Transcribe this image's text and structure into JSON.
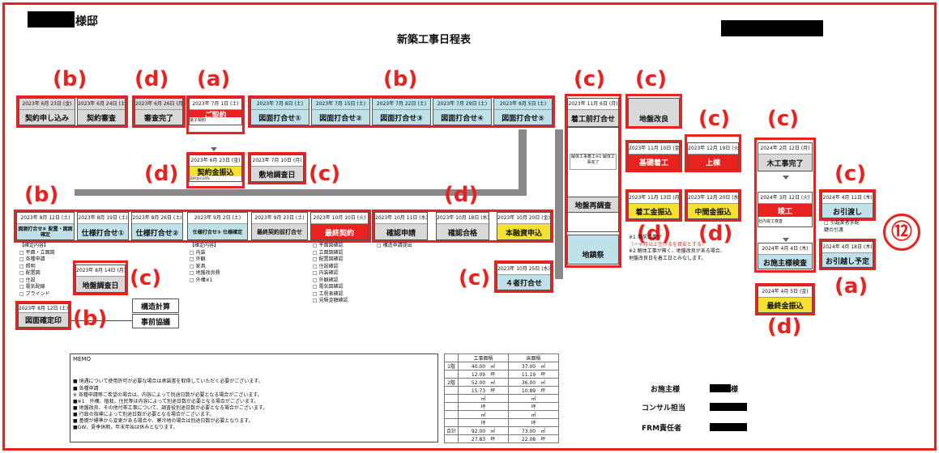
{
  "header": {
    "client": "様邸",
    "title": "新築工事日程表"
  },
  "tasks": {
    "t1": {
      "date": "2023年 6月 23日 (金)",
      "label": "契約申し込み"
    },
    "t2": {
      "date": "2023年 6月 24日 (土)",
      "label": "契約審査"
    },
    "t3": {
      "date": "2023年 6月 26日 (月)",
      "label": "審査完了"
    },
    "t4": {
      "date": "2023年 7月 1日 (土)",
      "label": "ご契約",
      "sub": "電子契約"
    },
    "t5": {
      "date": "2023年 7月 8日 (土)",
      "label": "図面打合せ①"
    },
    "t6": {
      "date": "2023年 7月 15日 (土)",
      "label": "図面打合せ②"
    },
    "t7": {
      "date": "2023年 7月 22日 (土)",
      "label": "図面打合せ③"
    },
    "t8": {
      "date": "2023年 7月 29日 (土)",
      "label": "図面打合せ④"
    },
    "t9": {
      "date": "2023年 8月 5日 (土)",
      "label": "図面打合せ⑤"
    },
    "t10": {
      "date": "2023年 6月 23日 (金)",
      "label": "契約金振込",
      "sub": "契約金の10%"
    },
    "t11": {
      "date": "2023年 7月 10日 (月)",
      "label": "敷地調査日"
    },
    "t12": {
      "date": "2023年 8月 12日 (土)",
      "label": "図面打合せ⑥ 配置・図面確定"
    },
    "t13": {
      "date": "2023年 8月 19日 (土)",
      "label": "仕様打合せ①"
    },
    "t14": {
      "date": "2023年 8月 26日 (土)",
      "label": "仕様打合せ②"
    },
    "t15": {
      "date": "2023年 9月 2日 (土)",
      "label": "仕様打合せ③ 仕様確定"
    },
    "t16": {
      "date": "2023年 9月 23日 (土)",
      "label": "最終契約前打合せ"
    },
    "t17": {
      "date": "2023年 10月 10日 (火)",
      "label": "最終契約"
    },
    "t18": {
      "date": "2023年 10月 11日 (水)",
      "label": "確認申請"
    },
    "t19": {
      "date": "2023年 10月 18日 (水)",
      "label": "確認合格"
    },
    "t20": {
      "date": "2023年 10月 20日 (金)",
      "label": "本融資申込"
    },
    "t21": {
      "date": "2023年 8月 14日 (月)",
      "label": "地盤調査日"
    },
    "t22": {
      "date": "2023年 8月 12日 (土)",
      "label": "図面確定印"
    },
    "t23": {
      "date": "2023年 10月 25日 (水)",
      "label": "４者打合せ"
    },
    "t24": {
      "date": "2023年 11月 6日 (月)",
      "label": "着工前打合せ"
    },
    "t25": {
      "label": "地盤改良"
    },
    "t26": {
      "date": "2023年 11月 10日 (金)",
      "label": "基礎着工"
    },
    "t27": {
      "date": "2023年 12月 19日 (火)",
      "label": "上棟"
    },
    "t28": {
      "date": "2024年 2月 12日 (月)",
      "label": "木工事完了"
    },
    "t29": {
      "date": "2023年 11月 13日 (月)",
      "label": "着工金振込"
    },
    "t30": {
      "date": "2023年 12月 20日 (水)",
      "label": "中間金振込"
    },
    "t31": {
      "date": "2024年 3月 12日 (火)",
      "label": "竣工",
      "sub": "社内竣工検査"
    },
    "t32": {
      "date": "2024年 4月 4日 (木)",
      "label": "お施主様検査"
    },
    "t33": {
      "date": "2024年 4月 11日 (木)",
      "label": "お引渡し"
    },
    "t34": {
      "date": "2024年 4月 18日 (木)",
      "label": "お引越し予定"
    },
    "t35": {
      "date": "2024年 4月 5日 (金)",
      "label": "最終金振込"
    },
    "t36": {
      "label": "地盤再調査"
    },
    "t37": {
      "label": "地鎮祭"
    },
    "t38": {
      "label": "構造計算"
    },
    "t39": {
      "label": "事前協議"
    },
    "t40": {
      "label": "解体工事着工※1 解体工事完了"
    }
  },
  "tags": {
    "b1": "(b)",
    "d1": "(d)",
    "a1": "(a)",
    "b2": "(b)",
    "c1": "(c)",
    "c2": "(c)",
    "c3": "(c)",
    "c4": "(c)",
    "d2": "(d)",
    "c5": "(c)",
    "b3": "(b)",
    "d3": "(d)",
    "c6": "(c)",
    "c7": "(c)",
    "b4": "(b)",
    "d4": "(d)",
    "d5": "(d)",
    "a2": "(a)",
    "d6": "(d)",
    "c8": "(c)"
  },
  "circled_number": "⑫",
  "notes": {
    "n1": [
      "【確定内容】",
      "□ 平面・立面図",
      "□ 各種申請",
      "□ 照明",
      "□ 配置図",
      "□ 住設",
      "□ 電気配線",
      "□ ブラインド"
    ],
    "n2": [
      "【確定内容】",
      "□ 内装",
      "□ 外観",
      "□ 家具",
      "□ 地盤改良費",
      "□ 外構※1"
    ],
    "n3": [
      "□ 平面図確認",
      "□ 立面図確認",
      "□ 配置図確認",
      "□ 住設確認",
      "□ 内装確認",
      "□ 外観確認",
      "□ 電気図確認",
      "□ 工程表確認",
      "□ 見積金額確認"
    ],
    "n4": "□ 構造申請提出",
    "n5": [
      "※1 事前工事が",
      "（一ヶ月以上空けるを目安とする）",
      "※2 解体工事が無く、地盤改良がある場合、",
      "地盤改良日を着工日とみなします。"
    ],
    "n6": [
      "□ 引越業者手配",
      "鍵の引渡"
    ]
  },
  "memo": {
    "title": "MEMO",
    "lines": [
      "■ 境遇について使用許可が必要な場合は承諾書を取得していただく必要がございます。",
      "■ 各種申請",
      "※ 各種申請等ご希望の場合は、内容によって別途日数が必要となる場合がございます。",
      "■※1　外構、植栽、住民等は内容によって別途日数が必要となる場合がございます。",
      "■ 地盤改良、その他付帯工事について、調査役別途日数が必要となる場合がございます。",
      "■ 行政の指導によって別途日数が必要となる場合がございます。",
      "■ 基礎が標準から変更がある場合や、寒冷地の場合は別途日数が必要となります。",
      "■GW，夏季休暇，年末年始は休みとなります。"
    ]
  },
  "area_table": {
    "headers": [
      "",
      "工事面積",
      "床面積"
    ],
    "rows": [
      [
        "1階",
        "40.00　㎡",
        "37.00　㎡"
      ],
      [
        "",
        "12.09　坪",
        "11.19　坪"
      ],
      [
        "2階",
        "52.00　㎡",
        "36.00　㎡"
      ],
      [
        "",
        "15.73　坪",
        "10.89　坪"
      ],
      [
        "",
        "㎡",
        "㎡"
      ],
      [
        "",
        "坪",
        "坪"
      ],
      [
        "",
        "㎡",
        "㎡"
      ],
      [
        "",
        "坪",
        "坪"
      ],
      [
        "合計",
        "92.00　㎡",
        "73.00　㎡"
      ],
      [
        "",
        "27.83　坪",
        "22.08　坪"
      ]
    ]
  },
  "signatures": {
    "owner": "お施主様",
    "owner_suffix": "様",
    "consult": "コンサル担当",
    "frm": "FRM責任者"
  }
}
